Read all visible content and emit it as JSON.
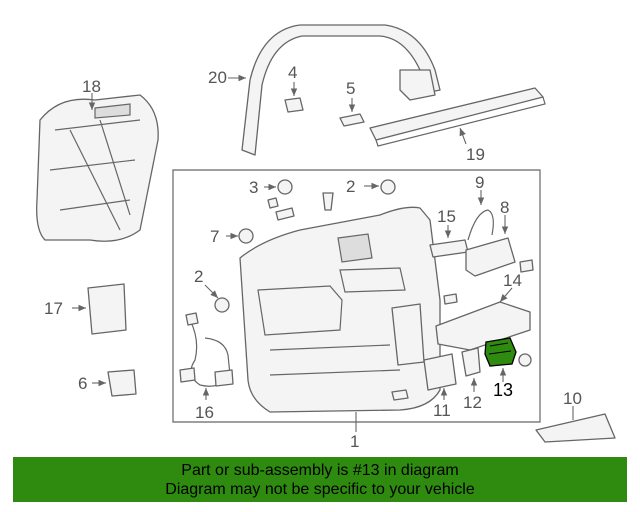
{
  "diagram": {
    "callouts": {
      "c1": "1",
      "c2a": "2",
      "c2b": "2",
      "c3": "3",
      "c4": "4",
      "c5": "5",
      "c6": "6",
      "c7": "7",
      "c8": "8",
      "c9": "9",
      "c10": "10",
      "c11": "11",
      "c12": "12",
      "c13": "13",
      "c14": "14",
      "c15": "15",
      "c16": "16",
      "c17": "17",
      "c18": "18",
      "c19": "19",
      "c20": "20"
    },
    "highlight_color": "#2e8b10"
  },
  "banner": {
    "line1": "Part or sub-assembly is #13 in diagram",
    "line2": "Diagram may not be specific to your vehicle",
    "background": "#2e8b10"
  }
}
